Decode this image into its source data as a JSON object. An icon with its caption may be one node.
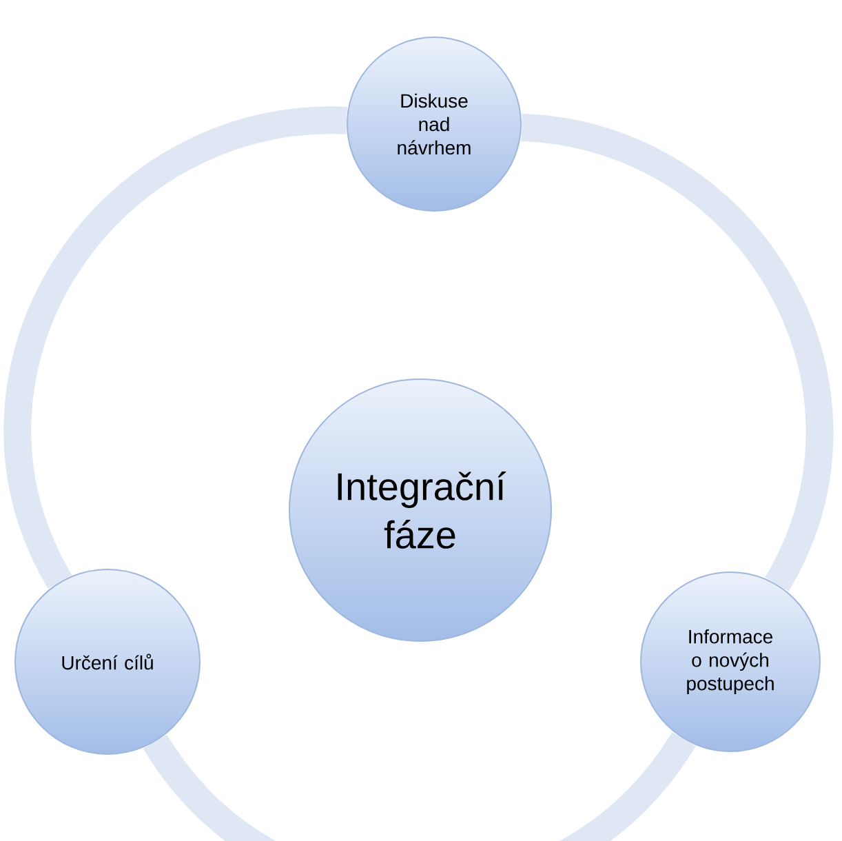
{
  "diagram": {
    "nodes": [
      {
        "text": [
          "Diskuse nad návrhem"
        ]
      },
      {
        "text": [
          "Integrační fáze"
        ]
      },
      {
        "text": [
          "Určení cílů"
        ]
      },
      {
        "text": [
          "Informace o nových postupech"
        ]
      }
    ],
    "edges": [
      {
        "from": 0,
        "to": 3,
        "arrow": "none"
      },
      {
        "from": 3,
        "to": 2,
        "arrow": "none"
      },
      {
        "from": 2,
        "to": 0,
        "arrow": "none"
      }
    ]
  }
}
